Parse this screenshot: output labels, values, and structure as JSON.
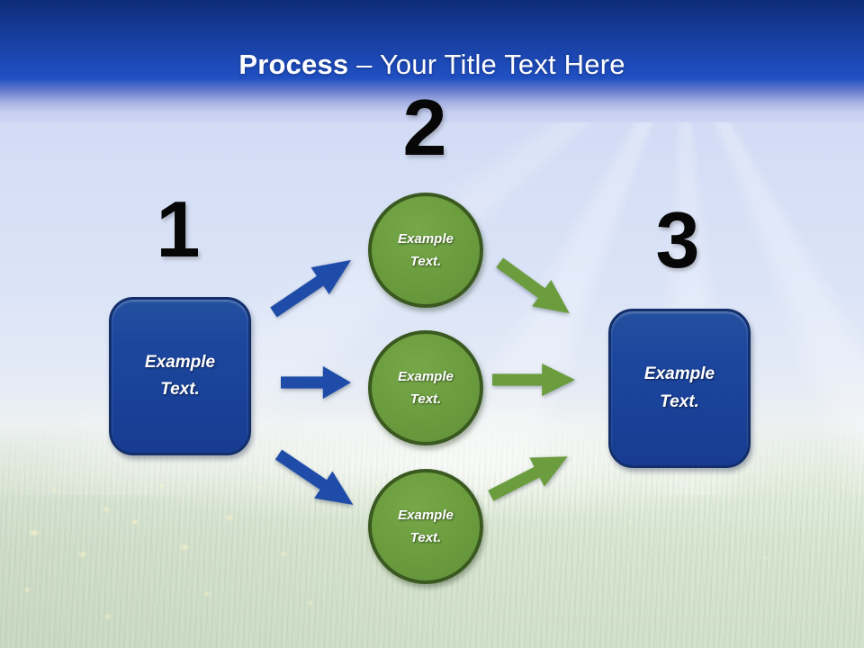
{
  "slide": {
    "title": {
      "emphasis": "Process",
      "rest": " – Your Title Text Here"
    },
    "steps": [
      {
        "number": "1",
        "label": "Example Text."
      },
      {
        "number": "2",
        "labels": [
          "Example Text.",
          "Example Text.",
          "Example Text."
        ]
      },
      {
        "number": "3",
        "label": "Example Text."
      }
    ],
    "colors": {
      "header_blue_dark": "#0e2c78",
      "header_blue": "#1d4ab8",
      "box_fill": "#1c469e",
      "box_border": "#122f6b",
      "circle_fill": "#6a9b3d",
      "circle_border": "#3a5920",
      "arrow_blue": "#1e4ca8",
      "arrow_green": "#6b9c3e",
      "number_color": "#070707",
      "title_color": "#ffffff"
    }
  }
}
